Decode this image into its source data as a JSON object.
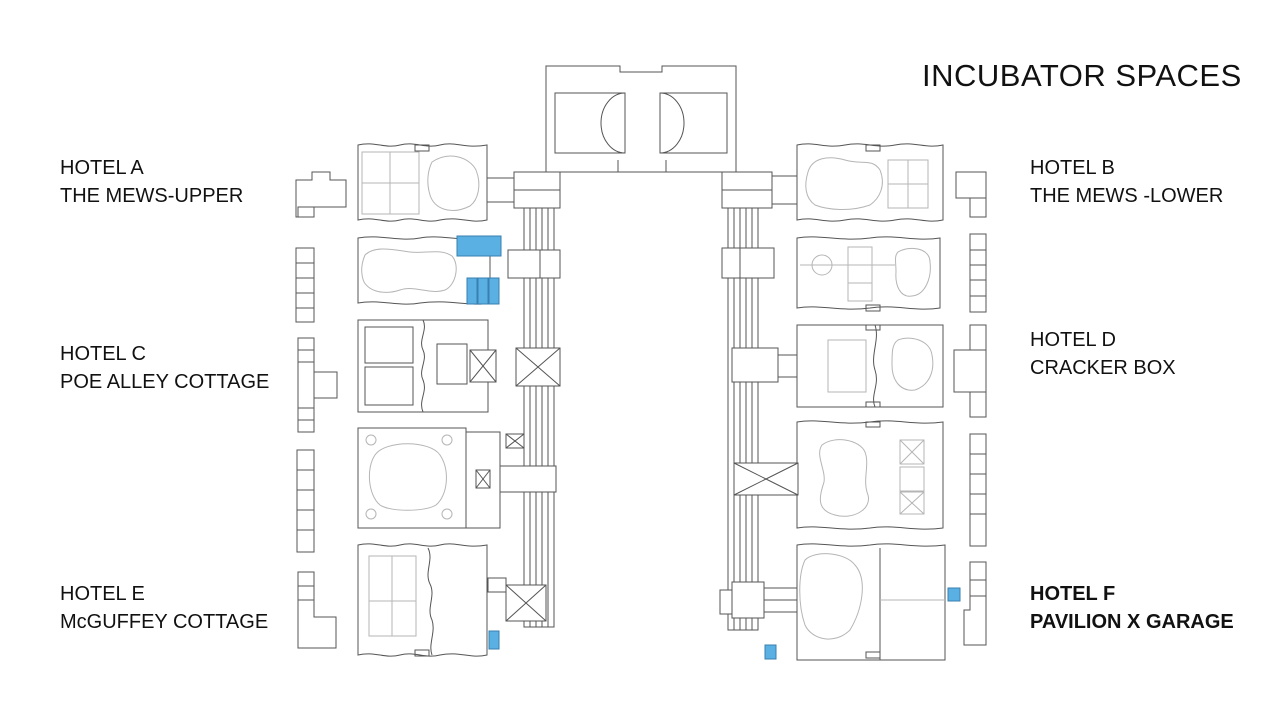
{
  "title": "INCUBATOR SPACES",
  "highlight_color": "#5aafe3",
  "hotels": {
    "a": {
      "line1": "HOTEL A",
      "line2": "THE MEWS-UPPER"
    },
    "b": {
      "line1": "HOTEL B",
      "line2": "THE MEWS -LOWER"
    },
    "c": {
      "line1": "HOTEL C",
      "line2": "POE ALLEY COTTAGE"
    },
    "d": {
      "line1": "HOTEL D",
      "line2": "CRACKER BOX"
    },
    "e": {
      "line1": "HOTEL E",
      "line2": "McGUFFEY COTTAGE"
    },
    "f": {
      "line1": "HOTEL F",
      "line2": "PAVILION X GARAGE",
      "bold": true
    }
  }
}
